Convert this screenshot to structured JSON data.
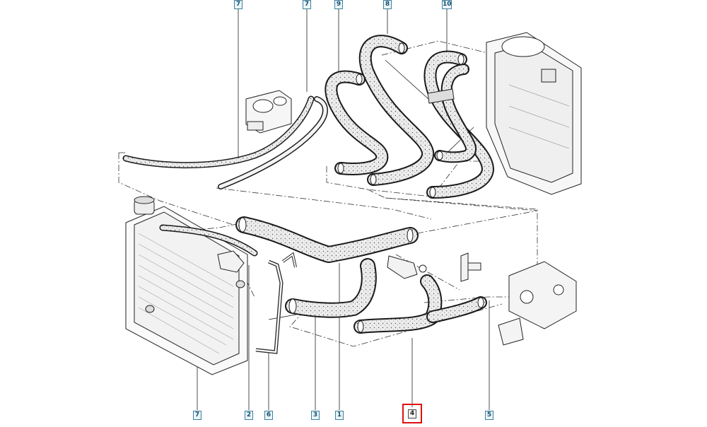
{
  "callouts": {
    "top_7a": "7",
    "top_7b": "7",
    "top_9": "9",
    "top_8": "8",
    "top_10": "10",
    "bottom_7": "7",
    "bottom_2": "2",
    "bottom_6": "6",
    "bottom_3": "3",
    "bottom_1": "1",
    "bottom_4": "4",
    "bottom_5": "5"
  },
  "highlighted_callout": "4",
  "colors": {
    "line": "#1a1a1a",
    "hose_fill": "#e6e6e6",
    "callout_border": "#3f7f9f",
    "callout_bg": "#e9f4f8",
    "highlight": "#e01010"
  }
}
